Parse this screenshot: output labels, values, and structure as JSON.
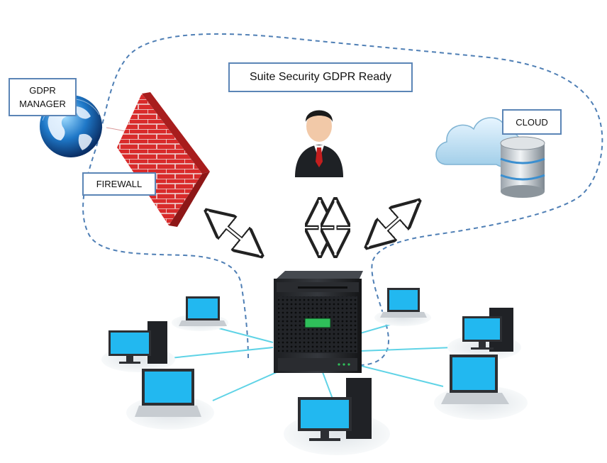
{
  "title": "Suite Security GDPR Ready",
  "labels": {
    "gdpr_manager": [
      "GDPR",
      "MANAGER"
    ],
    "firewall": "FIREWALL",
    "cloud": "CLOUD"
  },
  "icons": {
    "globe": "globe-icon",
    "firewall": "brick-wall-icon",
    "user": "businessman-icon",
    "cloud": "cloud-icon",
    "database": "database-icon",
    "server": "server-icon",
    "workstations": [
      "laptop-icon",
      "desktop-icon",
      "laptop-icon",
      "desktop-icon",
      "laptop-icon",
      "desktop-icon",
      "laptop-icon"
    ]
  },
  "colors": {
    "box_border": "#5b85b6",
    "dashed_boundary": "#4f7fb5",
    "network_link": "#5fd3e6",
    "screen": "#22b8f0",
    "firewall_red": "#d92b2b",
    "server_led": "#2fbf5a"
  }
}
